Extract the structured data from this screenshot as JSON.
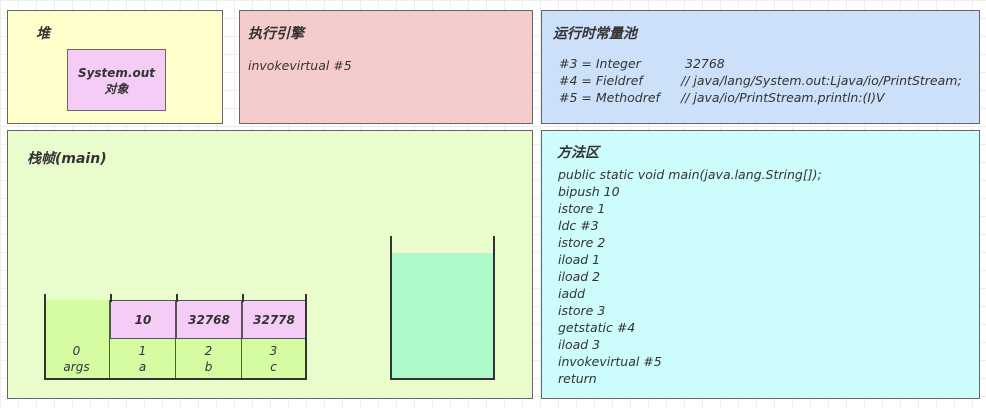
{
  "heap": {
    "title": "堆",
    "object_line1": "System.out",
    "object_line2": "对象"
  },
  "engine": {
    "title": "执行引擎",
    "instruction": "invokevirtual #5"
  },
  "pool": {
    "title": "运行时常量池",
    "entries": [
      {
        "key": "#3 = Integer",
        "value": "32768"
      },
      {
        "key": "#4 = Fieldref",
        "value": "// java/lang/System.out:Ljava/io/PrintStream;"
      },
      {
        "key": "#5 = Methodref",
        "value": "// java/io/PrintStream.println:(I)V"
      }
    ]
  },
  "frame": {
    "title": "栈帧(main)",
    "slots": [
      {
        "index": "0",
        "name": "args",
        "value": ""
      },
      {
        "index": "1",
        "name": "a",
        "value": "10"
      },
      {
        "index": "2",
        "name": "b",
        "value": "32768"
      },
      {
        "index": "3",
        "name": "c",
        "value": "32778"
      }
    ],
    "operand_stack_fill": 0.88
  },
  "method": {
    "title": "方法区",
    "lines": [
      "public static void main(java.lang.String[]);",
      "bipush 10",
      "istore 1",
      "ldc #3",
      "istore 2",
      "iload 1",
      "iload 2",
      "iadd",
      "istore 3",
      "getstatic #4",
      "iload 3",
      "invokevirtual #5",
      "return"
    ]
  }
}
